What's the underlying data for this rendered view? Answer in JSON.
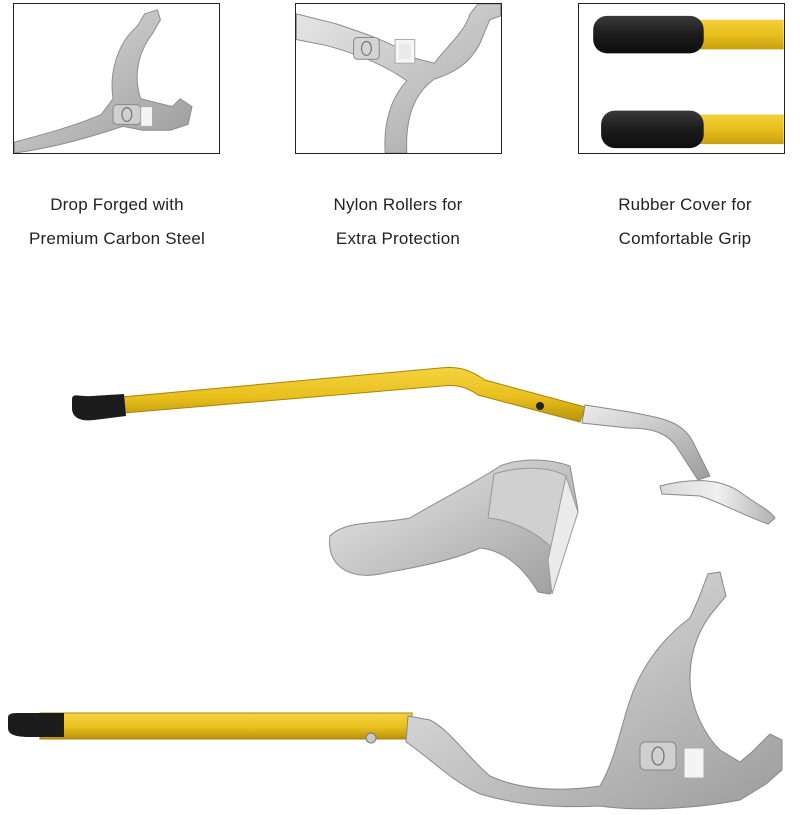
{
  "features": [
    {
      "line1": "Drop Forged with",
      "line2": "Premium Carbon Steel"
    },
    {
      "line1": "Nylon Rollers for",
      "line2": "Extra Protection"
    },
    {
      "line1": "Rubber Cover for",
      "line2": "Comfortable Grip"
    }
  ],
  "colors": {
    "handle_yellow": "#e8bf1c",
    "handle_yellow_dark": "#b8920c",
    "rubber_black": "#1c1c1c",
    "steel_light": "#dcdcdc",
    "steel_mid": "#b4b4b4",
    "steel_dark": "#8c8c8c",
    "panel_border": "#222222"
  }
}
